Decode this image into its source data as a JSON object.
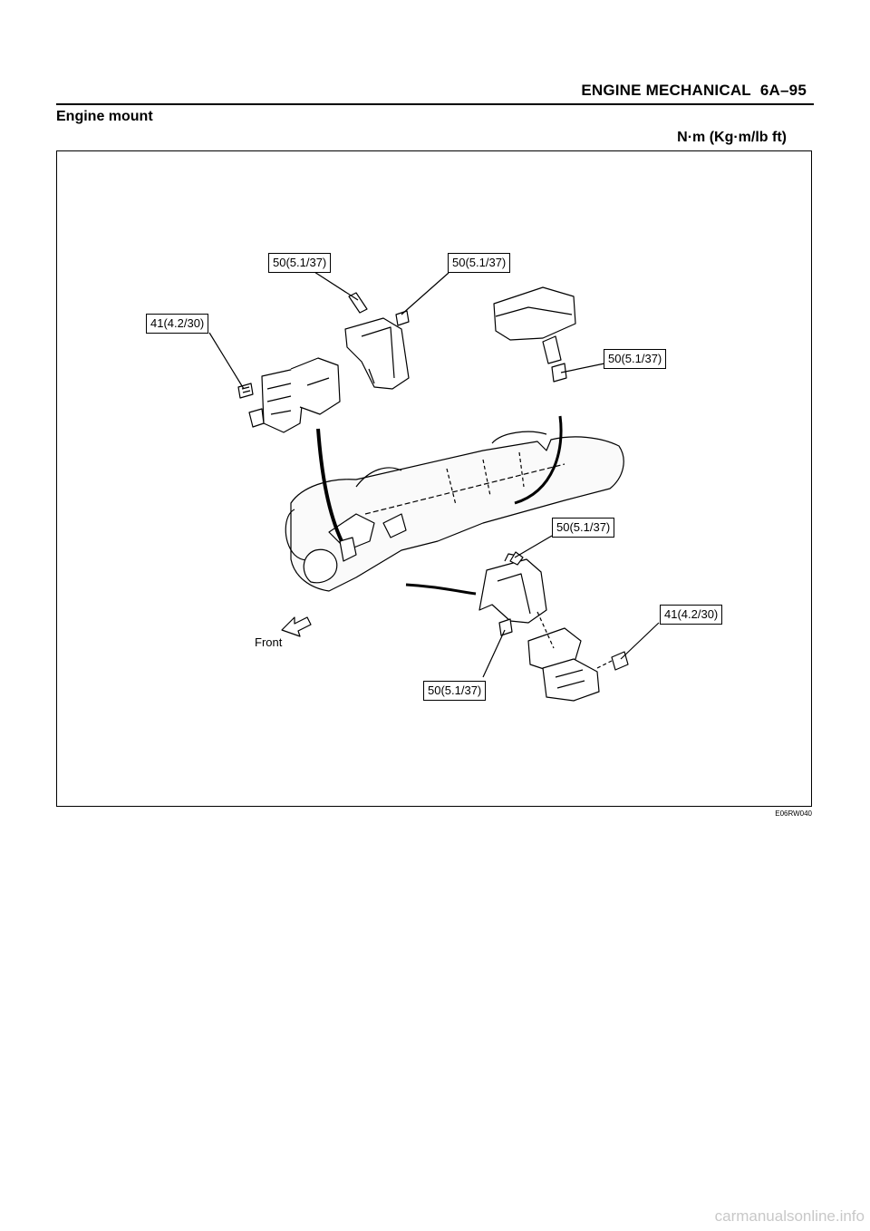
{
  "header": {
    "section": "ENGINE MECHANICAL",
    "page": "6A–95"
  },
  "title": "Engine mount",
  "units": "N·m (Kg·m/lb ft)",
  "figure": {
    "callouts": [
      "50(5.1/37)",
      "50(5.1/37)",
      "41(4.2/30)",
      "50(5.1/37)",
      "50(5.1/37)",
      "41(4.2/30)",
      "50(5.1/37)"
    ],
    "front_label": "Front",
    "code": "E06RW040"
  },
  "footer": "carmanualsonline.info"
}
